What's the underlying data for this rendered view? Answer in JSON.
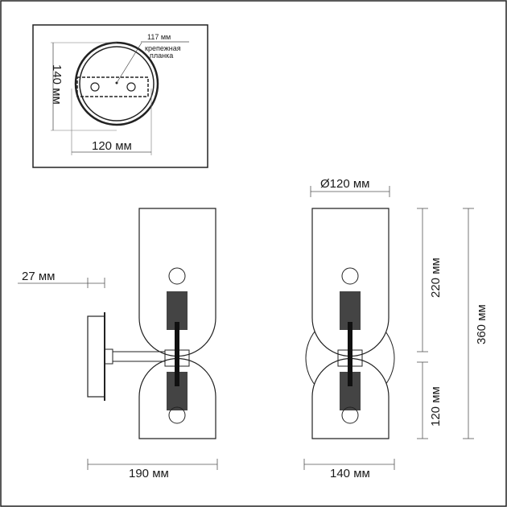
{
  "inset": {
    "width_label": "120 мм",
    "height_label": "140 мм",
    "plate_label": "117 мм",
    "plate_caption_1": "крепежная",
    "plate_caption_2": "планка"
  },
  "side_view": {
    "projection_label": "27 мм",
    "width_label": "190 мм"
  },
  "front_view": {
    "diameter_label": "Ø120 мм",
    "width_label": "140 мм",
    "upper_height_label": "220 мм",
    "lower_height_label": "120 мм",
    "total_height_label": "360 мм"
  },
  "colors": {
    "line": "#222222",
    "dim_line": "#555555"
  }
}
